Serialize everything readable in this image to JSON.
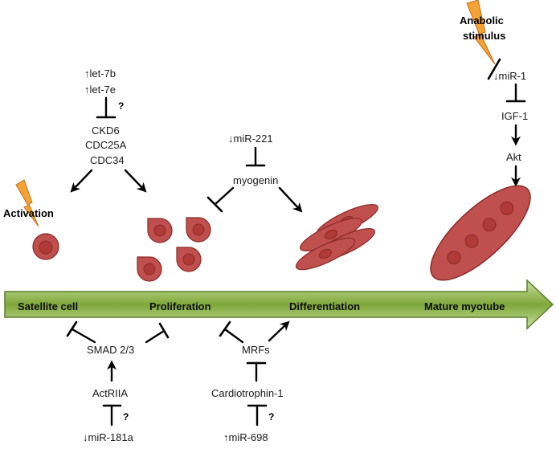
{
  "colors": {
    "arrow_fill_light": "#c9dfa0",
    "arrow_fill_dark": "#7ea83a",
    "arrow_stroke": "#5c7e2a",
    "cell_fill": "#c0504d",
    "cell_dark": "#8c2a28",
    "nucleus": "#b03a36",
    "lightning_fill": "#f4a234",
    "lightning_stroke": "#c0701c"
  },
  "stages": {
    "satellite": "Satellite cell",
    "proliferation": "Proliferation",
    "differentiation": "Differentiation",
    "mature": "Mature myotube"
  },
  "top_left": {
    "mirna_1": "↑let-7b",
    "mirna_2": "↑let-7e",
    "question": "?",
    "target_1": "CKD6",
    "target_2": "CDC25A",
    "target_3": "CDC34"
  },
  "activation": "Activation",
  "top_middle": {
    "mirna": "↓miR-221",
    "target": "myogenin"
  },
  "top_right": {
    "stimulus_1": "Anabolic",
    "stimulus_2": "stimulus",
    "mirna": "↓miR-1",
    "igf": "IGF-1",
    "akt": "Akt"
  },
  "bottom_left": {
    "smad": "SMAD 2/3",
    "actriia": "ActRIIA",
    "question": "?",
    "mirna": "↓miR-181a"
  },
  "bottom_middle": {
    "mrfs": "MRFs",
    "cardio": "Cardiotrophin-1",
    "question": "?",
    "mirna": "↑miR-698"
  }
}
